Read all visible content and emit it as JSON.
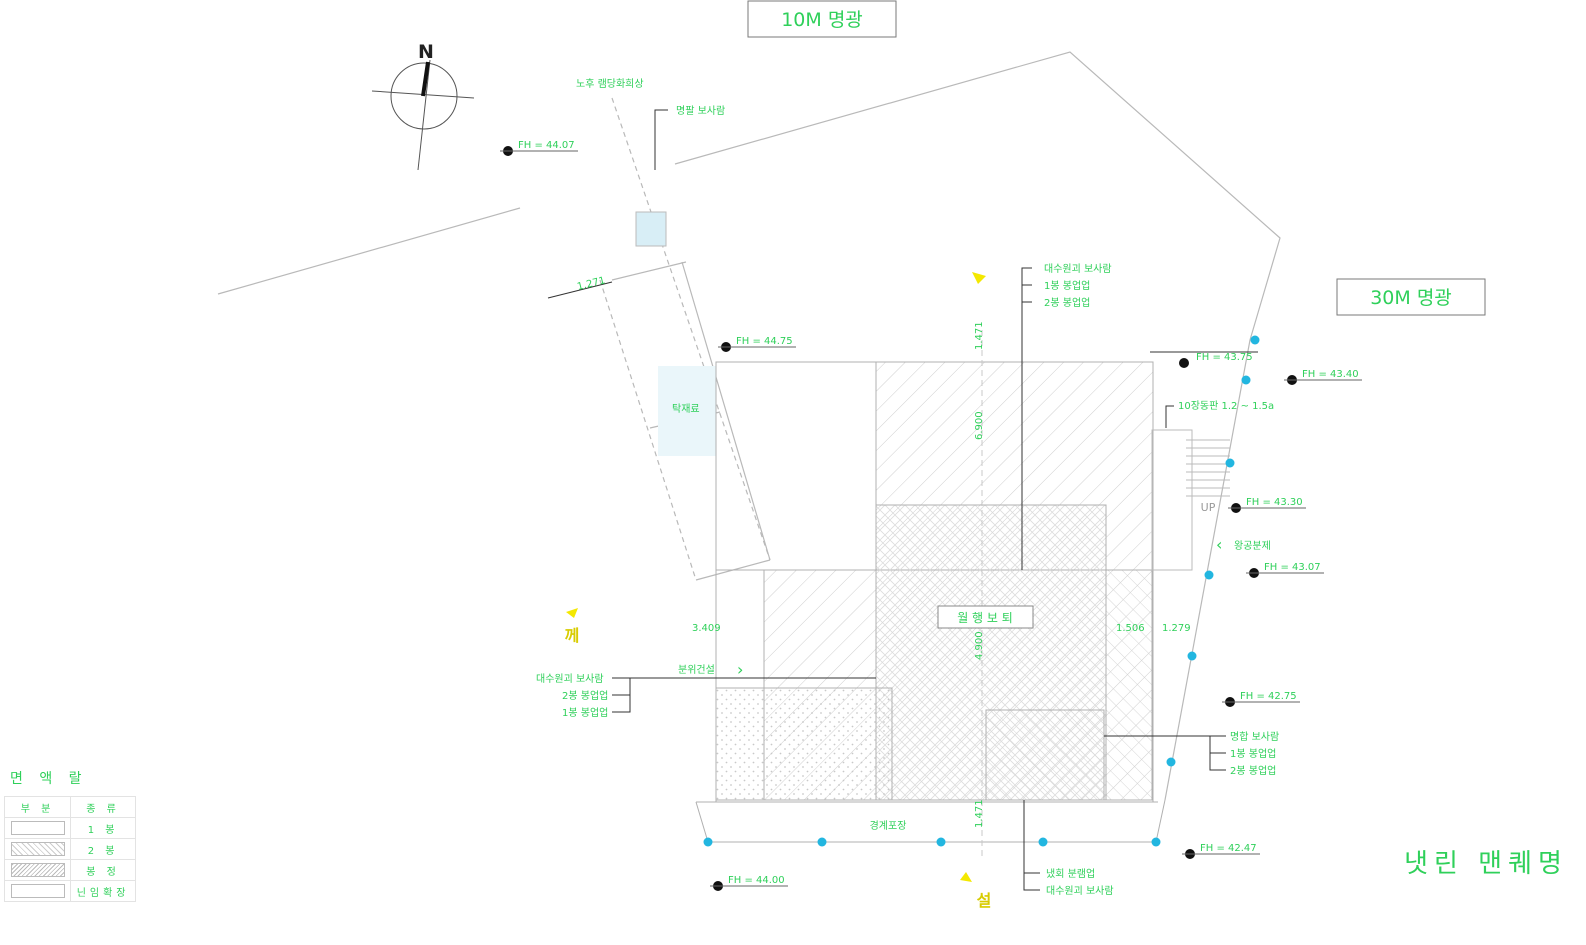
{
  "road_labels": {
    "road_10m": "10M 명광",
    "road_30m": "30M 명광"
  },
  "north_label": "N",
  "drawing_title": "냇린 맨퀘명",
  "legend": {
    "title": "면 액 랄",
    "headers": [
      "부 분",
      "종 류"
    ],
    "rows": [
      {
        "label": "1 봉"
      },
      {
        "label": "2 봉"
      },
      {
        "label": "봉 정"
      },
      {
        "label": "닌임확장"
      }
    ]
  },
  "compass_letters": {
    "left": "께",
    "bottom": "설"
  },
  "stair_label": "UP",
  "elevations": [
    "FH = 44.07",
    "FH = 44.75",
    "FH = 43.40",
    "FH = 43.30",
    "FH = 43.07",
    "FH = 42.75",
    "FH = 42.47",
    "FH = 44.00",
    "FH = 43.75"
  ],
  "dimensions": [
    "1.271",
    "3.409",
    "1.506",
    "1.279",
    "1.471",
    "6.900",
    "4.900",
    "1.471"
  ],
  "annotations": {
    "top_left_1": "노후 램당화희상",
    "top_left_2": "명팔 보사람",
    "top_right_1": "대수원괴 보사람",
    "top_right_2": "1봉 봉업업",
    "top_right_3": "2봉 봉업업",
    "stair_note": "10장동판 1.2 ~ 1.5a",
    "entrance_right": "왕공분제",
    "entrance_left": "분위건설",
    "left_block_1": "대수원괴 보사람",
    "left_block_2": "2봉 봉업업",
    "left_block_3": "1봉 봉업업",
    "center": "월 행 보 퇴",
    "bottom_right_1": "명합 보사람",
    "bottom_right_2": "1봉 봉업업",
    "bottom_right_3": "2봉 봉업업",
    "bottom_center": "경계포장",
    "bottom_1": "냈회 분램업",
    "bottom_2": "대수원괴 보사람",
    "small_block": "탁재료"
  }
}
